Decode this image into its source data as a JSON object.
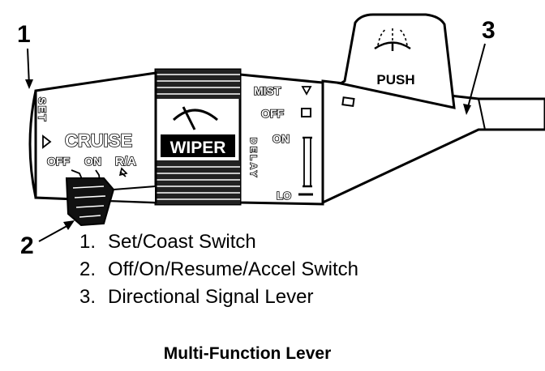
{
  "callouts": {
    "one": "1",
    "two": "2",
    "three": "3"
  },
  "lever_labels": {
    "set": "SET",
    "cruise": "CRUISE",
    "off": "OFF",
    "on": "ON",
    "ra": "R/A",
    "wiper": "WIPER",
    "push": "PUSH",
    "mist": "MIST",
    "wiper_off": "OFF",
    "wiper_on": "ON",
    "delay": "DELAY",
    "lo": "LO"
  },
  "legend": [
    {
      "num": "1.",
      "text": "Set/Coast Switch"
    },
    {
      "num": "2.",
      "text": "Off/On/Resume/Accel Switch"
    },
    {
      "num": "3.",
      "text": "Directional Signal Lever"
    }
  ],
  "caption": "Multi-Function Lever",
  "colors": {
    "ink": "#000000",
    "paper": "#ffffff"
  }
}
